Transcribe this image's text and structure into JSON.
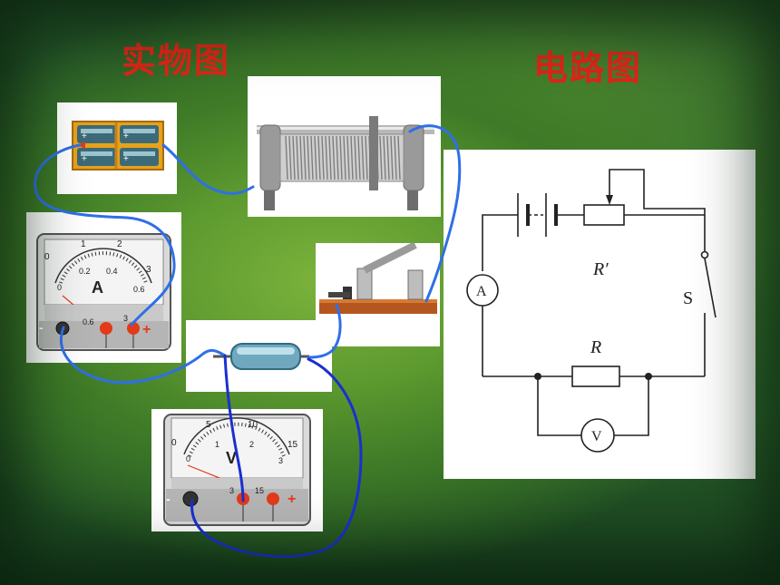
{
  "titles": {
    "physical": "实物图",
    "circuit": "电路图"
  },
  "ammeter": {
    "scale_top": [
      "0",
      "1",
      "2",
      "3"
    ],
    "scale_bottom": [
      "0",
      "0.2",
      "0.4",
      "0.6"
    ],
    "unit": "A",
    "terminals": [
      "-",
      "0.6",
      "3",
      "+"
    ]
  },
  "voltmeter": {
    "scale_top": [
      "0",
      "5",
      "10",
      "15"
    ],
    "scale_bottom": [
      "0",
      "1",
      "2",
      "3"
    ],
    "unit": "V",
    "terminals": [
      "-",
      "3",
      "15",
      "+"
    ]
  },
  "circuit": {
    "rheostat_label": "R′",
    "resistor_label": "R",
    "switch_label": "S",
    "ammeter_symbol": "A",
    "voltmeter_symbol": "V"
  },
  "colors": {
    "title": "#e02418",
    "wire_light": "#2f6fe8",
    "wire_dark": "#1a2fd0"
  }
}
